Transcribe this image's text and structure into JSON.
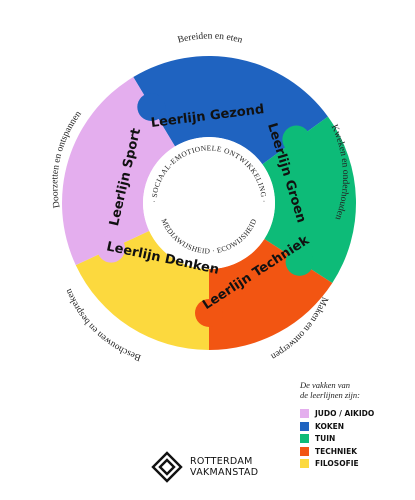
{
  "colors": {
    "gezond": "#1f63c0",
    "groen": "#0dbb78",
    "techniek": "#f25512",
    "denken": "#fcd93e",
    "sport": "#e4aeee"
  },
  "segments": {
    "gezond": {
      "title": "Leerlijn Gezond",
      "subject": "Bereiden en eten"
    },
    "groen": {
      "title": "Leerlijn Groen",
      "subject": "Kweken en onderhouden"
    },
    "techniek": {
      "title": "Leerlijn Techniek",
      "subject": "Maken en ontwerpen"
    },
    "denken": {
      "title": "Leerlijn Denken",
      "subject": "Beschouwen en bespreken"
    },
    "sport": {
      "title": "Leerlijn Sport",
      "subject": "Doorzetten en ontspannen"
    }
  },
  "center_ring": {
    "top": "· SOCIAAL-EMOTIONELE ONTWIKKELING ·",
    "bottom": "MEDIAWIJSHEID · ECOWIJSHEID"
  },
  "legend": {
    "title": "De vakken van\nde leerlijnen zijn:",
    "items": [
      {
        "label": "JUDO / AIKIDO",
        "color": "#e4aeee"
      },
      {
        "label": "KOKEN",
        "color": "#1f63c0"
      },
      {
        "label": "TUIN",
        "color": "#0dbb78"
      },
      {
        "label": "TECHNIEK",
        "color": "#f25512"
      },
      {
        "label": "FILOSOFIE",
        "color": "#fcd93e"
      }
    ]
  },
  "logo": {
    "name": "ROTTERDAM\nVAKMANSTAD"
  }
}
